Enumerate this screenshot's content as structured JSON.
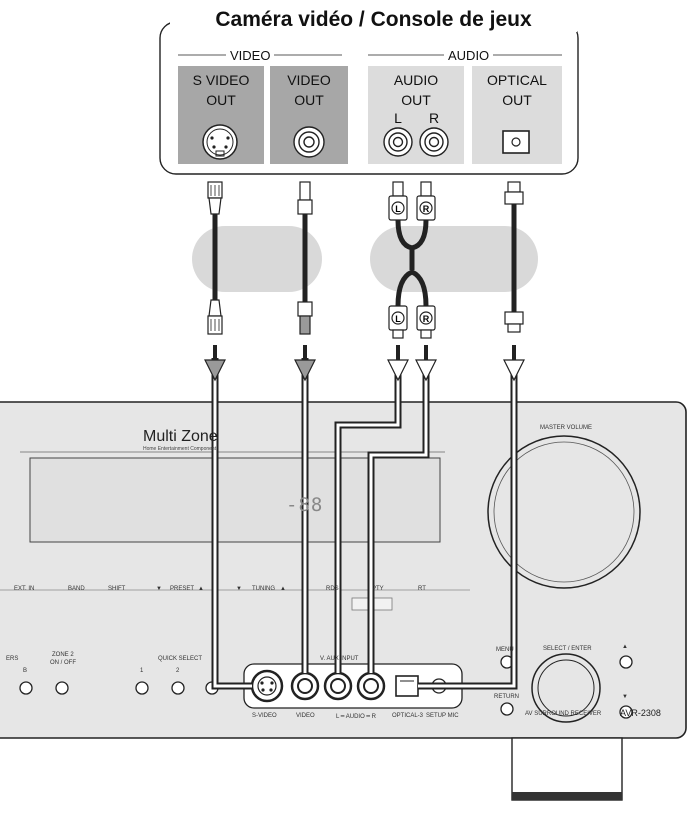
{
  "device": {
    "title": "Caméra vidéo / Console de jeux",
    "groups": {
      "video": "VIDEO",
      "audio": "AUDIO"
    },
    "outputs": [
      {
        "line1": "S VIDEO",
        "line2": "OUT"
      },
      {
        "line1": "VIDEO",
        "line2": "OUT"
      },
      {
        "line1": "AUDIO",
        "line2": "OUT"
      },
      {
        "line1": "OPTICAL",
        "line2": "OUT"
      }
    ],
    "audio_l": "L",
    "audio_r": "R"
  },
  "plug_labels": {
    "left": "L",
    "right": "R"
  },
  "receiver": {
    "brand": "Multi Zone",
    "brand_sub": "Home Entertainment Component",
    "display": "-88",
    "master_volume": "MASTER VOLUME",
    "buttons": [
      "EXT. IN",
      "BAND",
      "SHIFT",
      "▼",
      "PRESET",
      "▲",
      "▼",
      "TUNING",
      "▲",
      "RDS",
      "PTY",
      "RT"
    ],
    "speakers_label": "ERS",
    "speakers_b": "B",
    "zone2": "ZONE 2",
    "zone2_sub": "ON / OFF",
    "quick_select": "QUICK SELECT",
    "qs_1": "1",
    "qs_2": "2",
    "vaux": "V. AUX INPUT",
    "jack_svideo": "S-VIDEO",
    "jack_video": "VIDEO",
    "jack_audio": "L ━ AUDIO ━ R",
    "jack_optical": "OPTICAL-3",
    "jack_setupmic": "SETUP MIC",
    "menu": "MENU",
    "return": "RETURN",
    "select_enter": "SELECT / ENTER",
    "up": "▲",
    "down": "▼",
    "model_prefix": "AV SURROUND RECEIVER",
    "model": "AVR-2308"
  },
  "colors": {
    "cell_dark": "#a7a7a7",
    "cell_light": "#dcdcdc",
    "panel": "#e6e6e6",
    "band": "#d9d9d9"
  }
}
